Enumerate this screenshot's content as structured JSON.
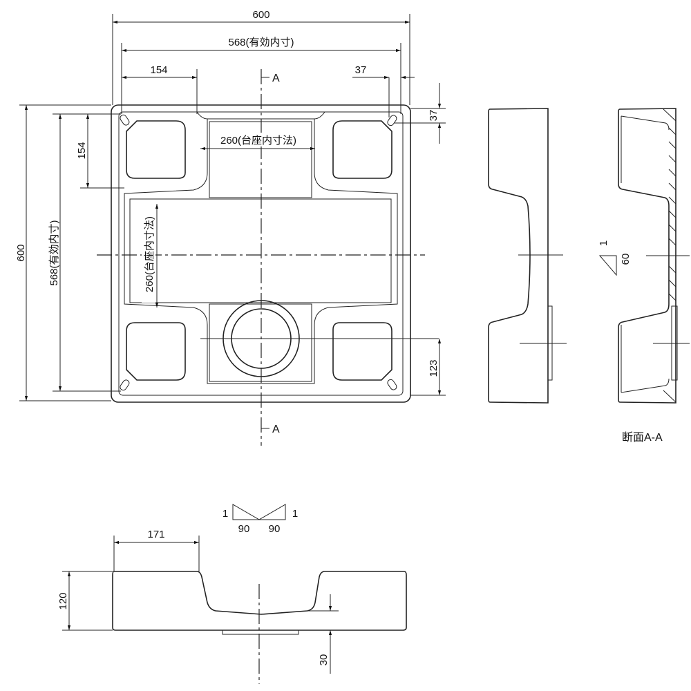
{
  "drawing": {
    "top_view": {
      "overall_width": "600",
      "effective_inner_width": "568(有効内寸)",
      "pad_width": "154",
      "corner_offset_x": "37",
      "corner_offset_y": "37",
      "overall_depth": "600",
      "effective_inner_depth": "568(有効内寸)",
      "pad_depth": "154",
      "inner_width_between_pads": "260(台座内寸法)",
      "inner_depth_between_pads": "260(台座内寸法)",
      "drain_offset": "123",
      "section_mark_top": "A",
      "section_mark_bottom": "A"
    },
    "section_view": {
      "slope_rise": "1",
      "slope_run": "60",
      "caption": "断面A-A"
    },
    "front_view": {
      "pad_length": "171",
      "height": "120",
      "base_height": "30",
      "slope_left_rise": "1",
      "slope_left_run": "90",
      "slope_right_rise": "1",
      "slope_right_run": "90"
    }
  }
}
